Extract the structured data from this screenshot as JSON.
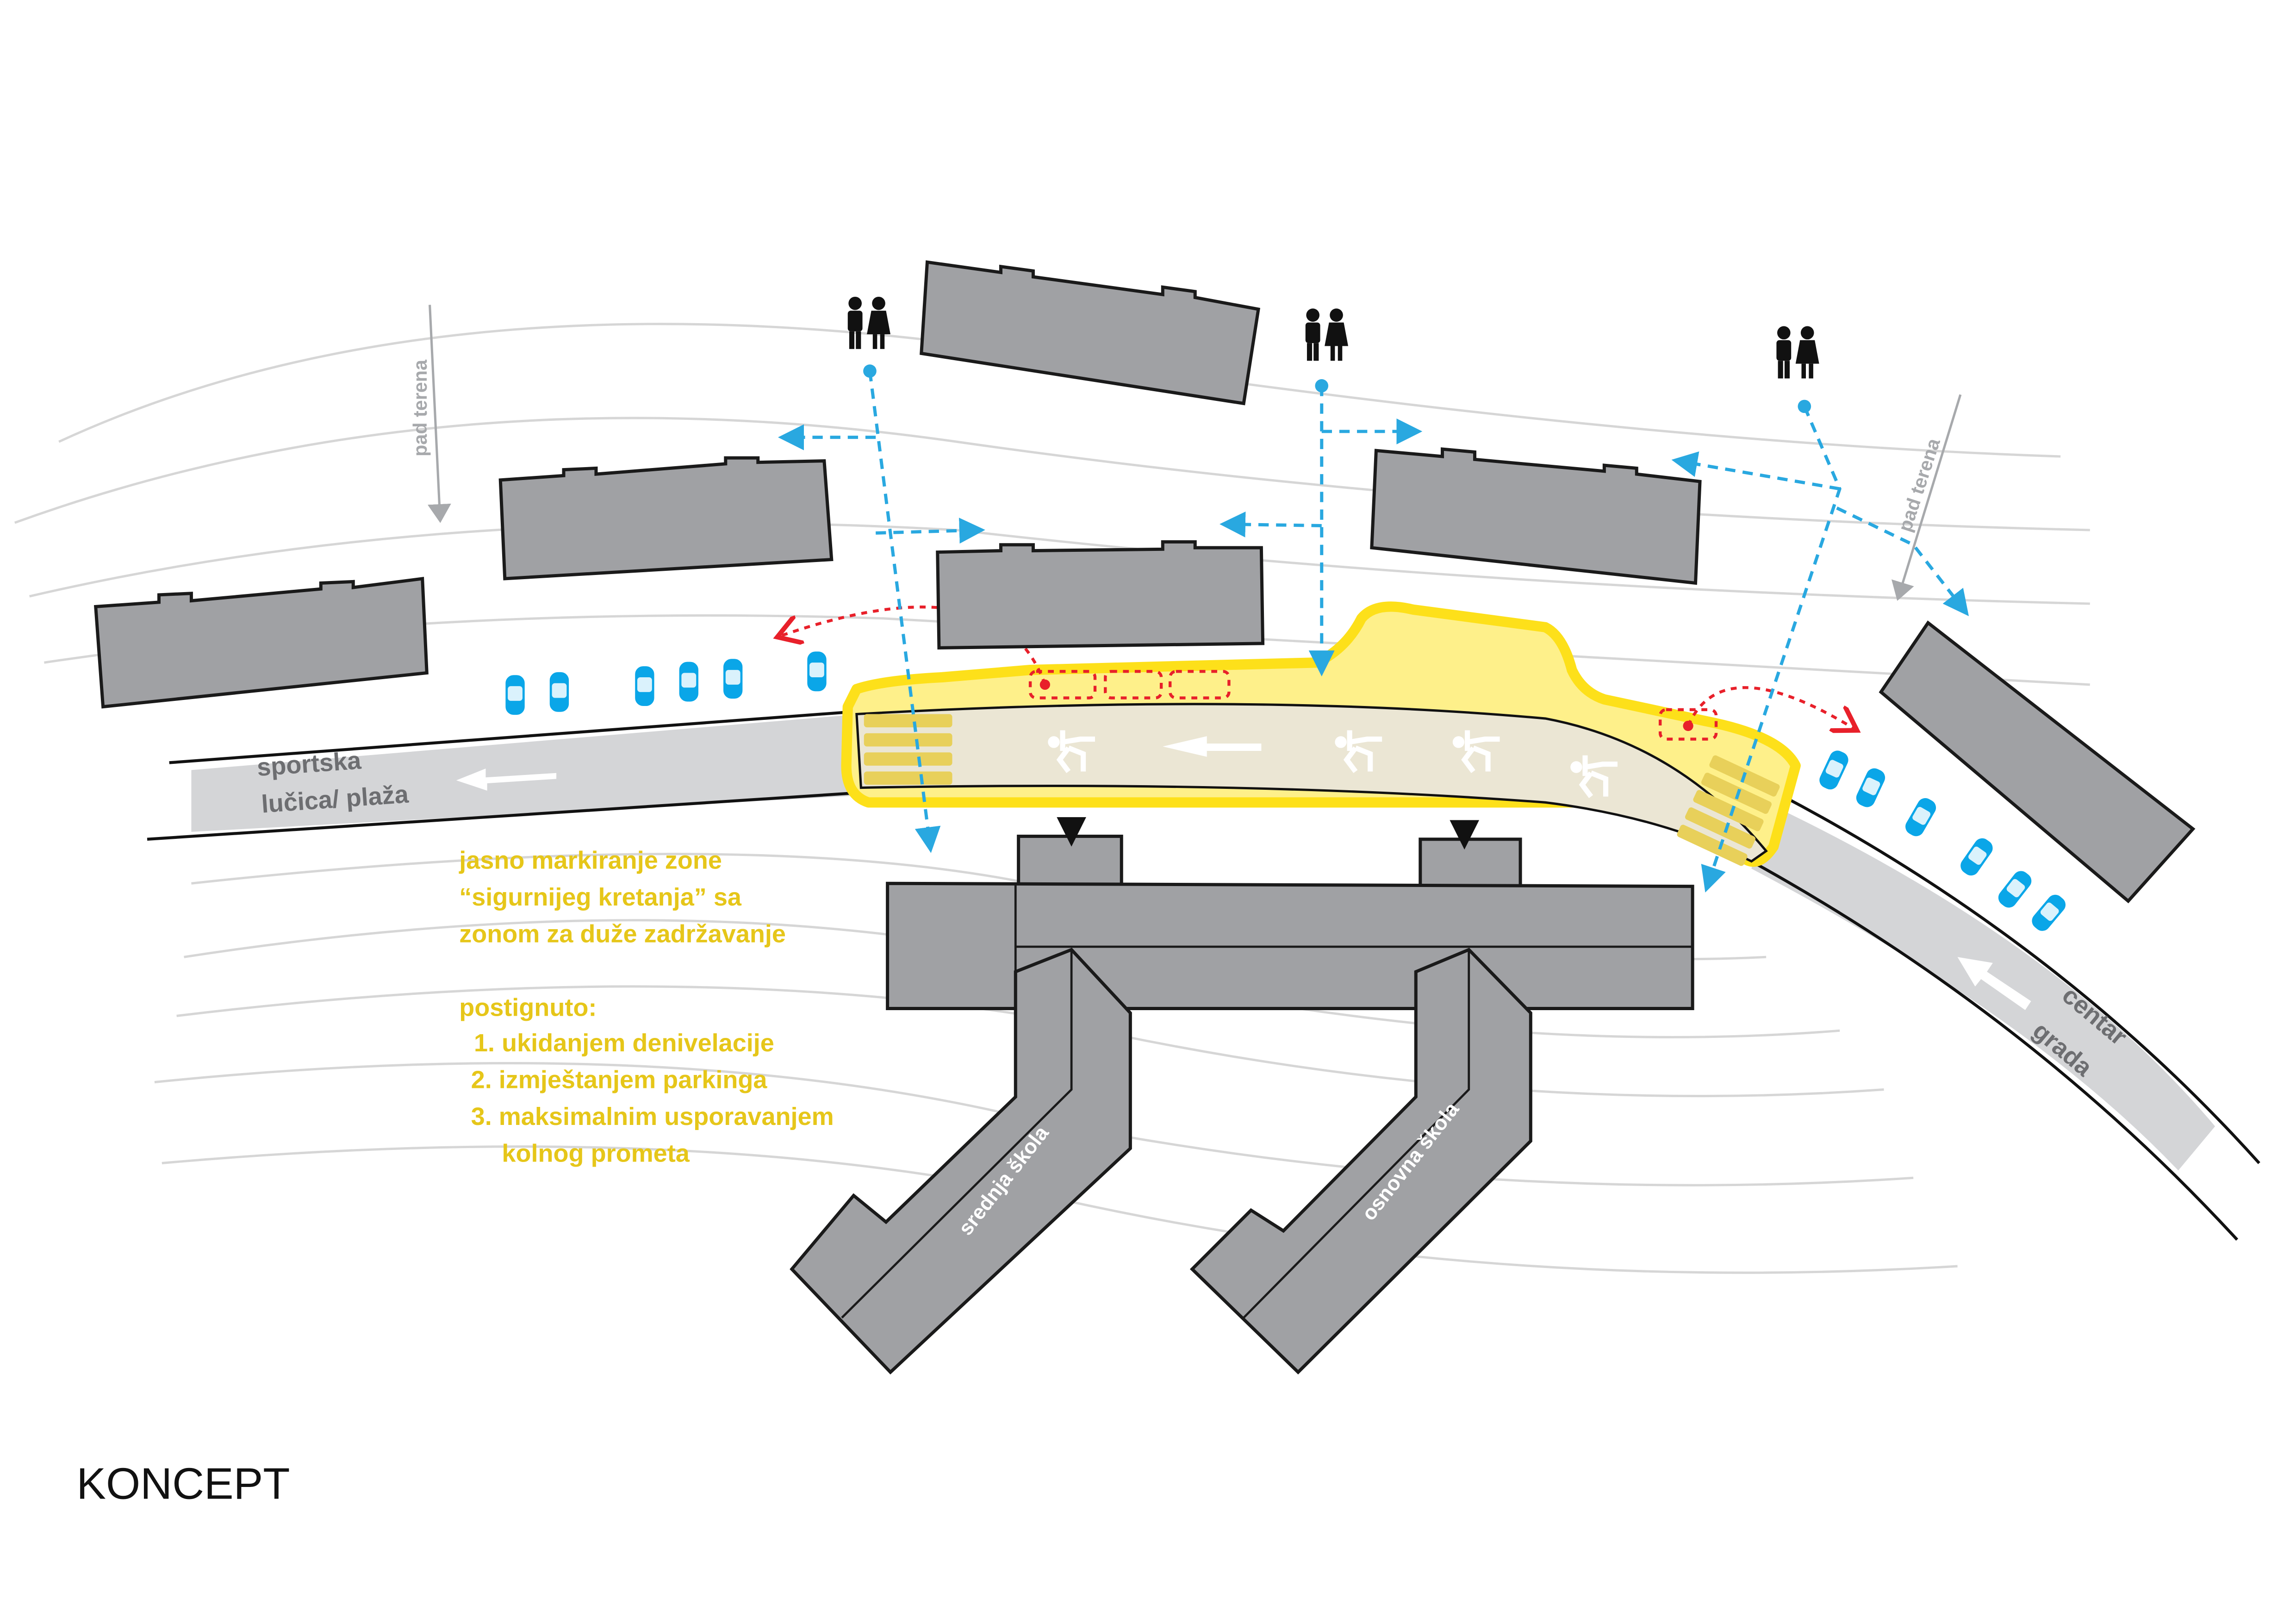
{
  "title": "KONCEPT",
  "colors": {
    "building": "#a0a1a4",
    "zone_fill": "#fef08a",
    "zone_stroke": "#fde01a",
    "road": "#d4d5d7",
    "path_blue": "#29a8e0",
    "path_red": "#e8202a",
    "note_text": "#e6c619",
    "label_gray": "#6d6e71"
  },
  "labels": {
    "slope_left": "pad terena",
    "slope_right": "pad terena",
    "road_left_line1": "sportska",
    "road_left_line2": "lučica/ plaža",
    "road_right_line1": "centar",
    "road_right_line2": "grada",
    "school_left": "srednja škola",
    "school_right": "osnovna škola"
  },
  "notes": {
    "heading_lines": [
      "jasno markiranje zone",
      "“sigurnijeg kretanja” sa",
      "zonom za duže zadržavanje"
    ],
    "achieved_label": "postignuto:",
    "items": [
      "1. ukidanjem denivelacije",
      "2. izmještanjem parkinga",
      "3. maksimalnim usporavanjem"
    ],
    "item3_cont": "kolnog prometa"
  },
  "icons": [
    "pedestrian-couple-icon",
    "car-icon",
    "runner-icon",
    "entrance-triangle-icon",
    "arrow-icon"
  ]
}
